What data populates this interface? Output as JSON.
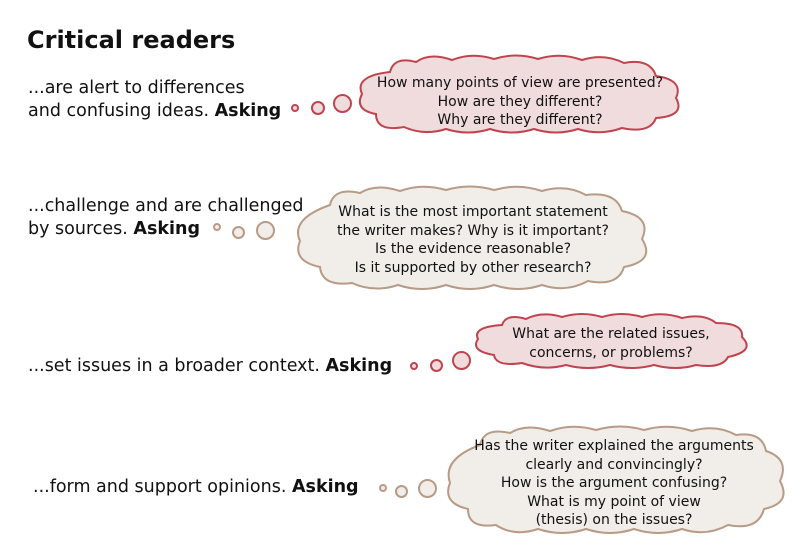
{
  "title": "Critical readers",
  "rows": [
    {
      "lines": [
        "...are alert to differences",
        "and confusing ideas."
      ],
      "asking": "Asking",
      "color": "#c0444f",
      "fill": "#f0dcdc",
      "questions": [
        "How many points of view are presented?",
        "How are they different?",
        "Why are they different?"
      ]
    },
    {
      "lines": [
        "...challenge and are challenged",
        "by sources."
      ],
      "asking": "Asking",
      "color": "#b79b86",
      "fill": "#f1ede9",
      "questions": [
        "What is the most important statement",
        "the writer makes? Why is it important?",
        "Is the evidence reasonable?",
        "Is it supported by other research?"
      ]
    },
    {
      "lines": [
        "...set issues in a broader context."
      ],
      "asking": "Asking",
      "color": "#c0444f",
      "fill": "#f0dcdc",
      "questions": [
        "What are the related issues,",
        "concerns, or problems?"
      ]
    },
    {
      "lines": [
        "...form and support opinions."
      ],
      "asking": "Asking",
      "color": "#b79b86",
      "fill": "#f1ede9",
      "questions": [
        "Has the writer explained the arguments",
        "clearly and convincingly?",
        "How is the argument confusing?",
        "What is my point of view",
        "(thesis) on the issues?"
      ]
    }
  ]
}
